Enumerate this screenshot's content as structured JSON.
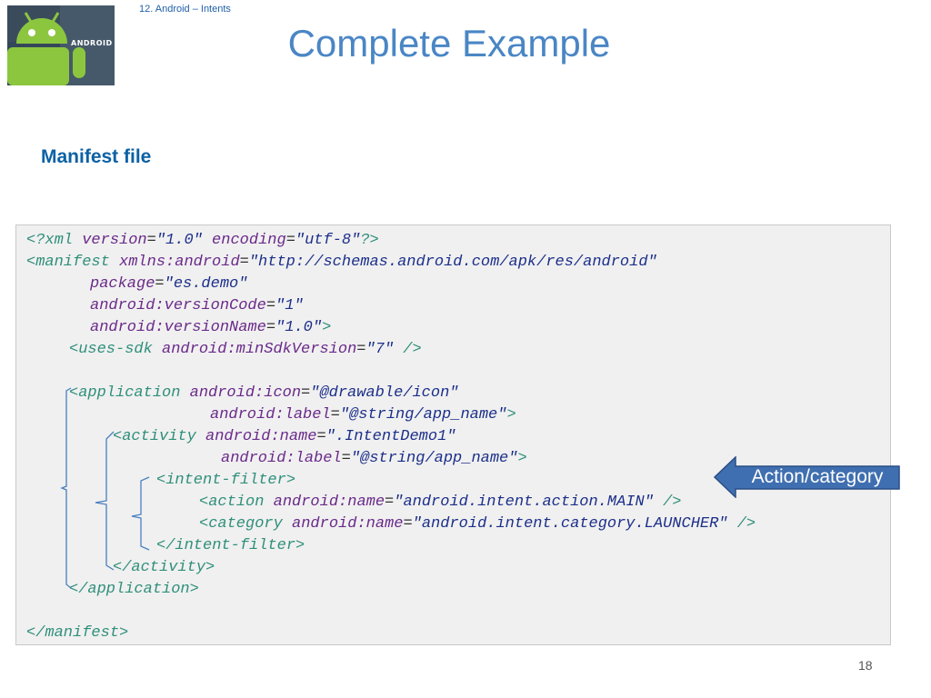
{
  "header": {
    "breadcrumb": "12. Android – Intents",
    "title": "Complete Example",
    "logo_text": "ANDROID"
  },
  "section": {
    "subtitle": "Manifest file"
  },
  "code": {
    "l1": {
      "open": "<?xml ",
      "a1": "version",
      "eq1": "=",
      "v1": "\"1.0\"",
      "a2": " encoding",
      "eq2": "=",
      "v2": "\"utf-8\"",
      "close": "?>"
    },
    "l2": {
      "open": "<manifest ",
      "a1": "xmlns:android",
      "eq1": "=",
      "v1": "\"http://schemas.android.com/apk/res/android\""
    },
    "l3": {
      "a1": "package",
      "eq1": "=",
      "v1": "\"es.demo\""
    },
    "l4": {
      "a1": "android:versionCode",
      "eq1": "=",
      "v1": "\"1\""
    },
    "l5": {
      "a1": "android:versionName",
      "eq1": "=",
      "v1": "\"1.0\"",
      "close": ">"
    },
    "l6": {
      "open": "<uses-sdk ",
      "a1": "android:minSdkVersion",
      "eq1": "=",
      "v1": "\"7\"",
      "close": " />"
    },
    "l8": {
      "open": "<application ",
      "a1": "android:icon",
      "eq1": "=",
      "v1": "\"@drawable/icon\""
    },
    "l9": {
      "a1": "android:label",
      "eq1": "=",
      "v1": "\"@string/app_name\"",
      "close": ">"
    },
    "l10": {
      "open": "<activity ",
      "a1": "android:name",
      "eq1": "=",
      "v1": "\".IntentDemo1\""
    },
    "l11": {
      "a1": "android:label",
      "eq1": "=",
      "v1": "\"@string/app_name\"",
      "close": ">"
    },
    "l12": {
      "open": "<intent-filter>"
    },
    "l13": {
      "open": "<action ",
      "a1": "android:name",
      "eq1": "=",
      "v1": "\"android.intent.action.MAIN\"",
      "close": " />"
    },
    "l14": {
      "open": "<category ",
      "a1": "android:name",
      "eq1": "=",
      "v1": "\"android.intent.category.LAUNCHER\"",
      "close": " />"
    },
    "l15": {
      "open": "</intent-filter>"
    },
    "l16": {
      "open": "</activity>"
    },
    "l17": {
      "open": "</application>"
    },
    "l19": {
      "open": "</manifest>"
    }
  },
  "callout": {
    "label": "Action/category",
    "fill": "#3f6fb0",
    "stroke": "#2a4f85"
  },
  "footer": {
    "page_number": "18"
  },
  "colors": {
    "title": "#4a86c5",
    "subtitle": "#0b61a4",
    "code_background": "#f0f0f0",
    "xml_tag": "#2f8f7a",
    "xml_attribute": "#6a2a8a",
    "xml_value": "#1c2f8a",
    "android_green": "#8cc63f"
  }
}
